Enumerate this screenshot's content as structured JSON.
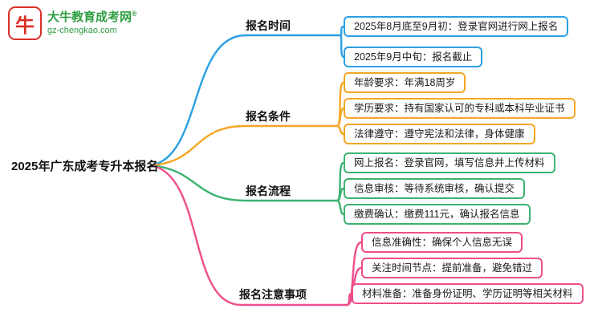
{
  "logo": {
    "brand_name": "大牛教育成考网",
    "registered_mark": "®",
    "domain": "gz-chengkao.com",
    "icon_glyph": "牛",
    "icon_color": "#d93026",
    "brand_color": "#2f9e44"
  },
  "central": {
    "title": "2025年广东成考专升本报名"
  },
  "branches": [
    {
      "label": "报名时间",
      "color": "#2b9fe3",
      "items": [
        {
          "text": "2025年8月底至9月初：登录官网进行网上报名"
        },
        {
          "text": "2025年9月中旬：报名截止"
        }
      ]
    },
    {
      "label": "报名条件",
      "color": "#f5a623",
      "items": [
        {
          "text": "年龄要求：年满18周岁"
        },
        {
          "text": "学历要求：持有国家认可的专科或本科毕业证书"
        },
        {
          "text": "法律遵守：遵守宪法和法律，身体健康"
        }
      ]
    },
    {
      "label": "报名流程",
      "color": "#3cb371",
      "items": [
        {
          "text": "网上报名：登录官网，填写信息并上传材料"
        },
        {
          "text": "信息审核：等待系统审核，确认提交"
        },
        {
          "text": "缴费确认：缴费111元，确认报名信息"
        }
      ]
    },
    {
      "label": "报名注意事项",
      "color": "#ee4d8b",
      "items": [
        {
          "text": "信息准确性：确保个人信息无误"
        },
        {
          "text": "关注时间节点：提前准备，避免错过"
        },
        {
          "text": "材料准备：准备身份证明、学历证明等相关材料"
        }
      ]
    }
  ]
}
